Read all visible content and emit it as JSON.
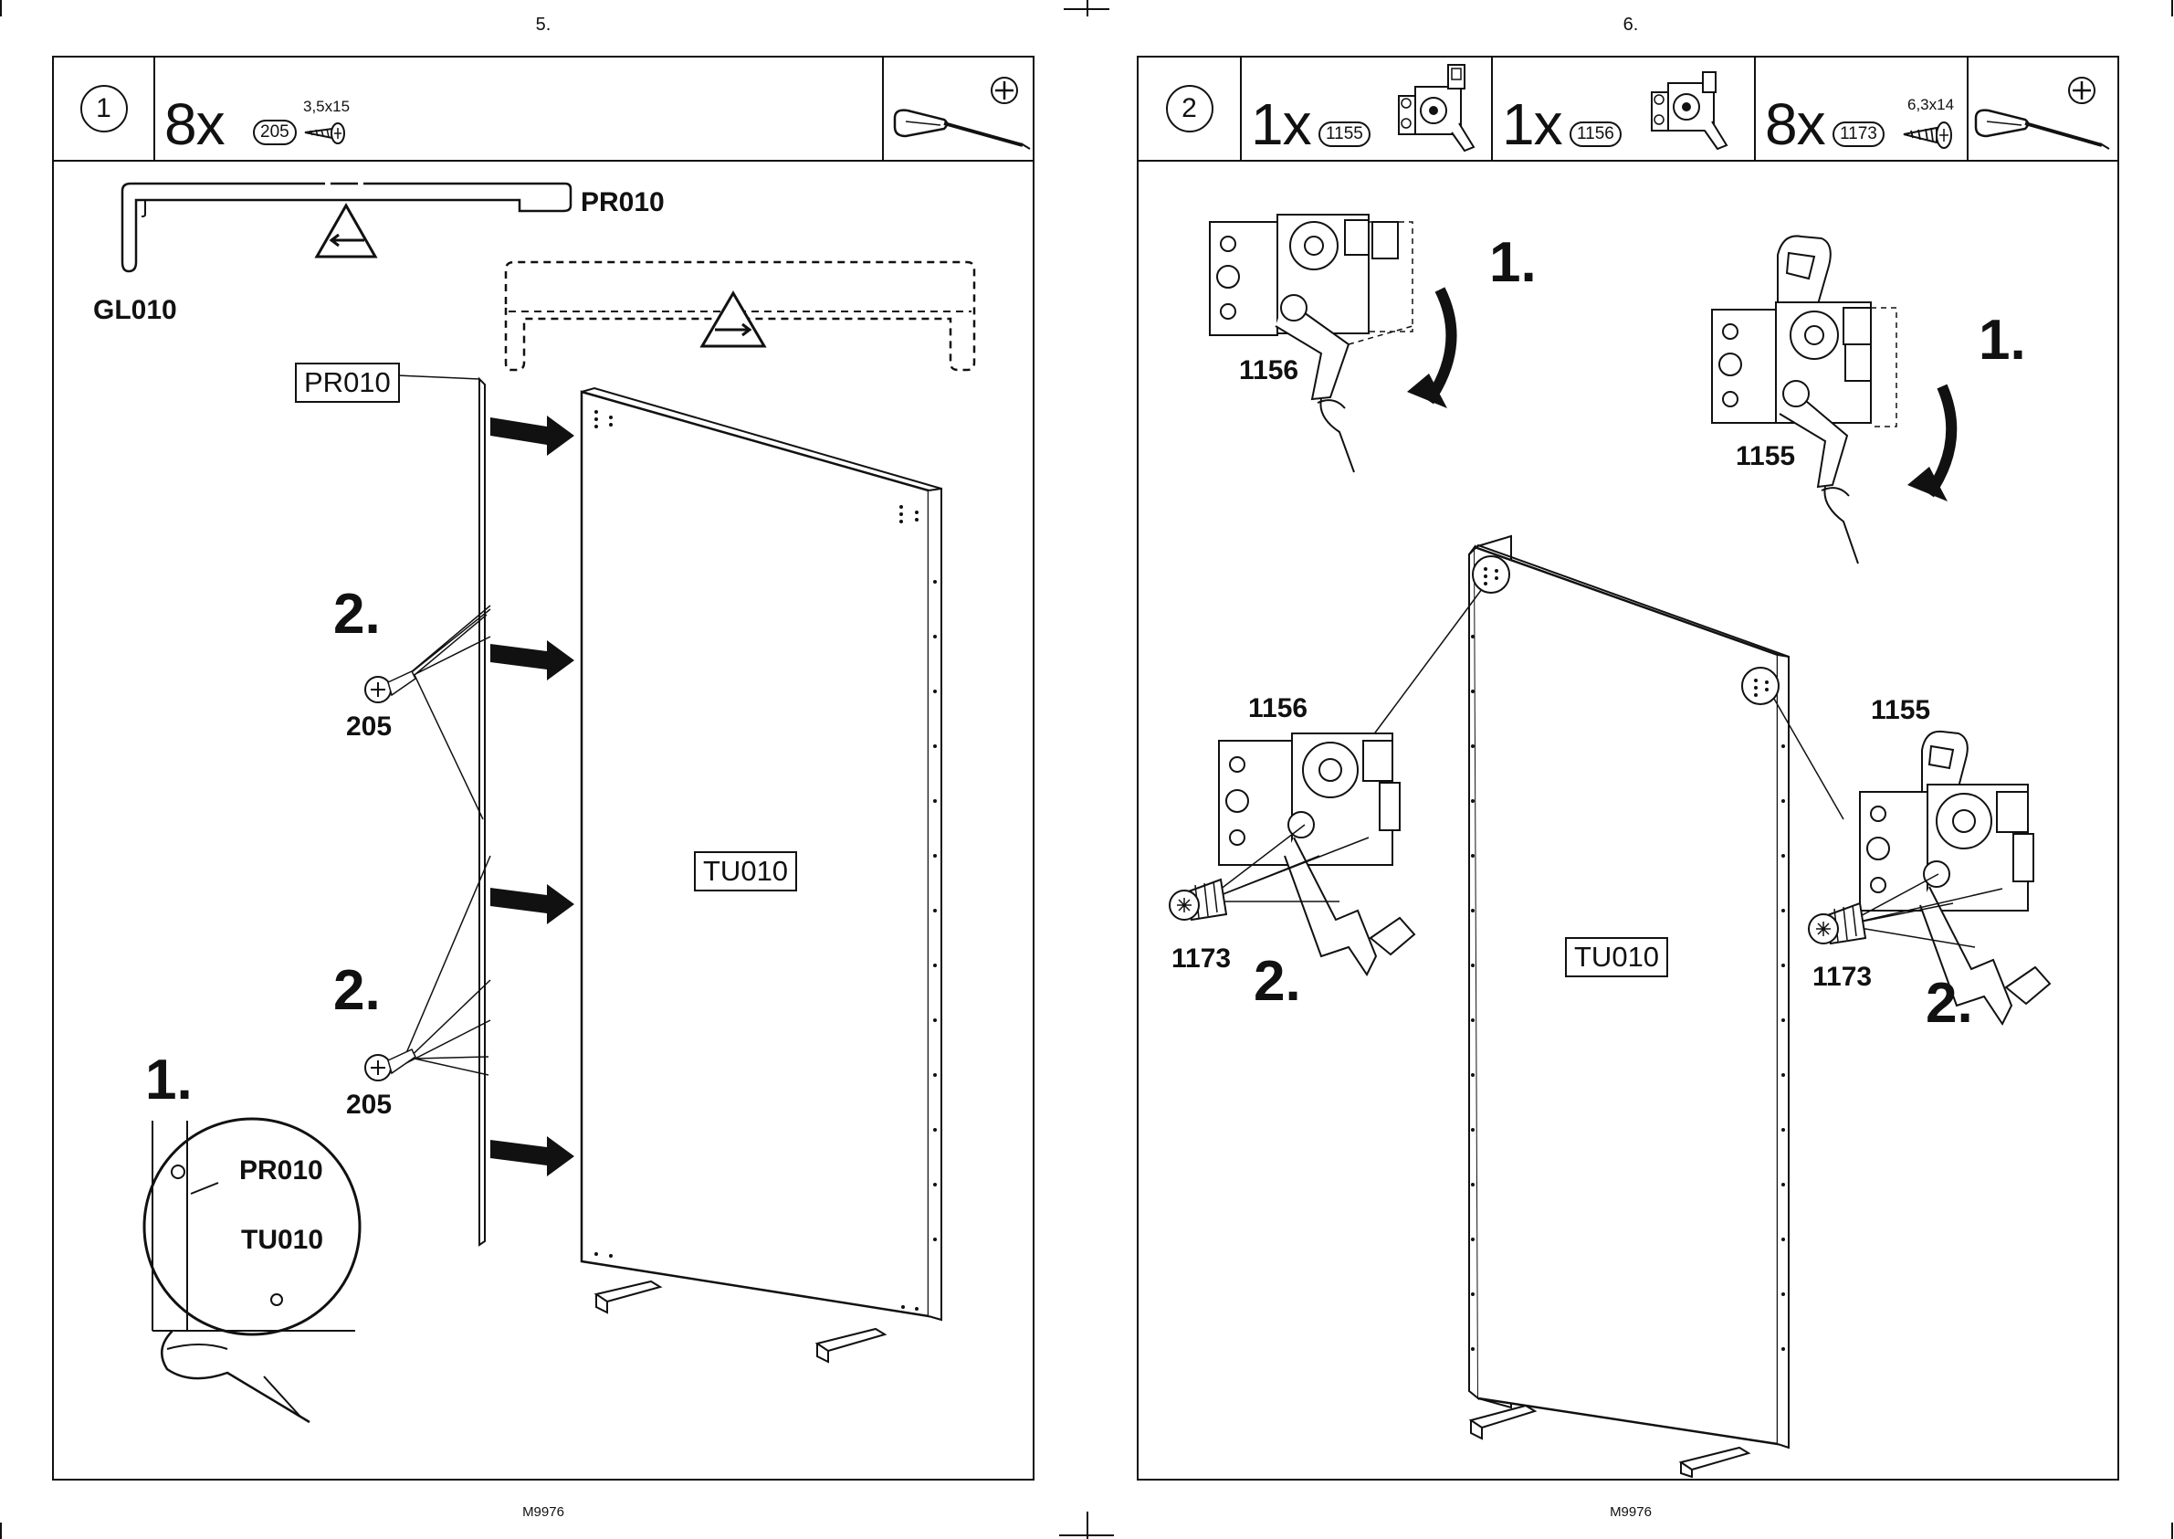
{
  "left_page": {
    "page_number": "5.",
    "footer": "M9976",
    "step": "1",
    "parts": [
      {
        "qty": "8x",
        "part_no": "205",
        "size": "3,5x15",
        "icon": "screw-icon"
      }
    ],
    "tool_icon": "phillips-screwdriver-icon",
    "labels": {
      "pr010_top": "PR010",
      "gl010": "GL010",
      "pr010_box": "PR010",
      "tu010": "TU010",
      "screw_a": "205",
      "screw_b": "205",
      "step2_a": "2.",
      "step2_b": "2.",
      "step1": "1.",
      "detail_pr010": "PR010",
      "detail_tu010": "TU010"
    }
  },
  "right_page": {
    "page_number": "6.",
    "footer": "M9976",
    "step": "2",
    "parts": [
      {
        "qty": "1x",
        "part_no": "1155",
        "icon": "roller-bracket-icon"
      },
      {
        "qty": "1x",
        "part_no": "1156",
        "icon": "roller-bracket-icon"
      },
      {
        "qty": "8x",
        "part_no": "1173",
        "size": "6,3x14",
        "icon": "screw-icon"
      }
    ],
    "tool_icon": "phillips-screwdriver-icon",
    "labels": {
      "step1_left": "1.",
      "step1_right": "1.",
      "bracket_1156_top": "1156",
      "bracket_1155_top": "1155",
      "bracket_1156_mid": "1156",
      "bracket_1155_mid": "1155",
      "screw_left": "1173",
      "screw_right": "1173",
      "step2_left": "2.",
      "step2_right": "2.",
      "tu010": "TU010"
    }
  }
}
